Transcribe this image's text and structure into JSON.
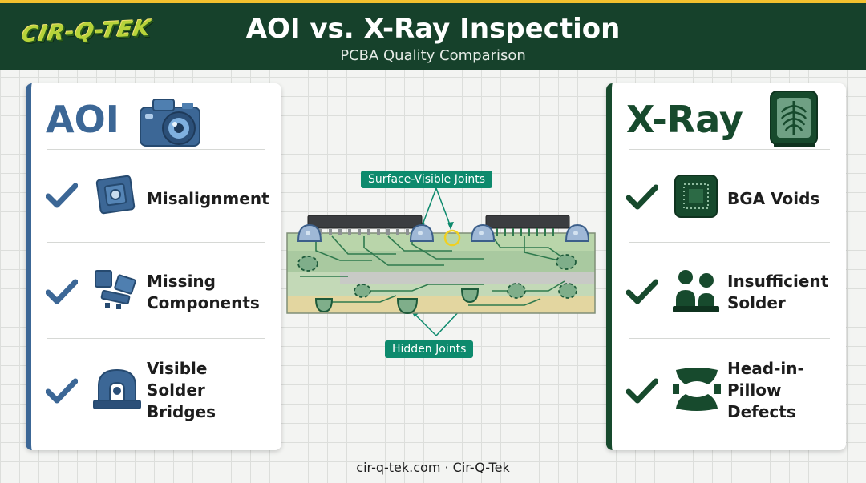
{
  "header": {
    "logo_text": "CIR-Q-TEK",
    "title": "AOI vs. X-Ray Inspection",
    "subtitle": "PCBA Quality Comparison"
  },
  "aoi": {
    "heading": "AOI",
    "icon": "camera-icon",
    "items": [
      {
        "label": "Misalignment",
        "icon": "misaligned-chip-icon"
      },
      {
        "label": "Missing\nComponents",
        "icon": "missing-components-icon"
      },
      {
        "label": "Visible\nSolder\nBridges",
        "icon": "solder-bridge-icon"
      }
    ]
  },
  "xray": {
    "heading": "X-Ray",
    "icon": "xray-film-icon",
    "items": [
      {
        "label": "BGA Voids",
        "icon": "bga-chip-icon"
      },
      {
        "label": "Insufficient\nSolder",
        "icon": "solder-balls-icon"
      },
      {
        "label": "Head-in-\nPillow\nDefects",
        "icon": "head-in-pillow-icon"
      }
    ]
  },
  "diagram": {
    "surface_label": "Surface-Visible Joints",
    "hidden_label": "Hidden Joints"
  },
  "footer": {
    "text": "cir-q-tek.com · Cir-Q-Tek"
  },
  "colors": {
    "header_bg": "#16412b",
    "header_accent": "#f2c12e",
    "aoi_blue": "#3c6796",
    "xray_green": "#174a2d",
    "callout_teal": "#0d8a6d",
    "highlight_yellow": "#f0d020"
  }
}
